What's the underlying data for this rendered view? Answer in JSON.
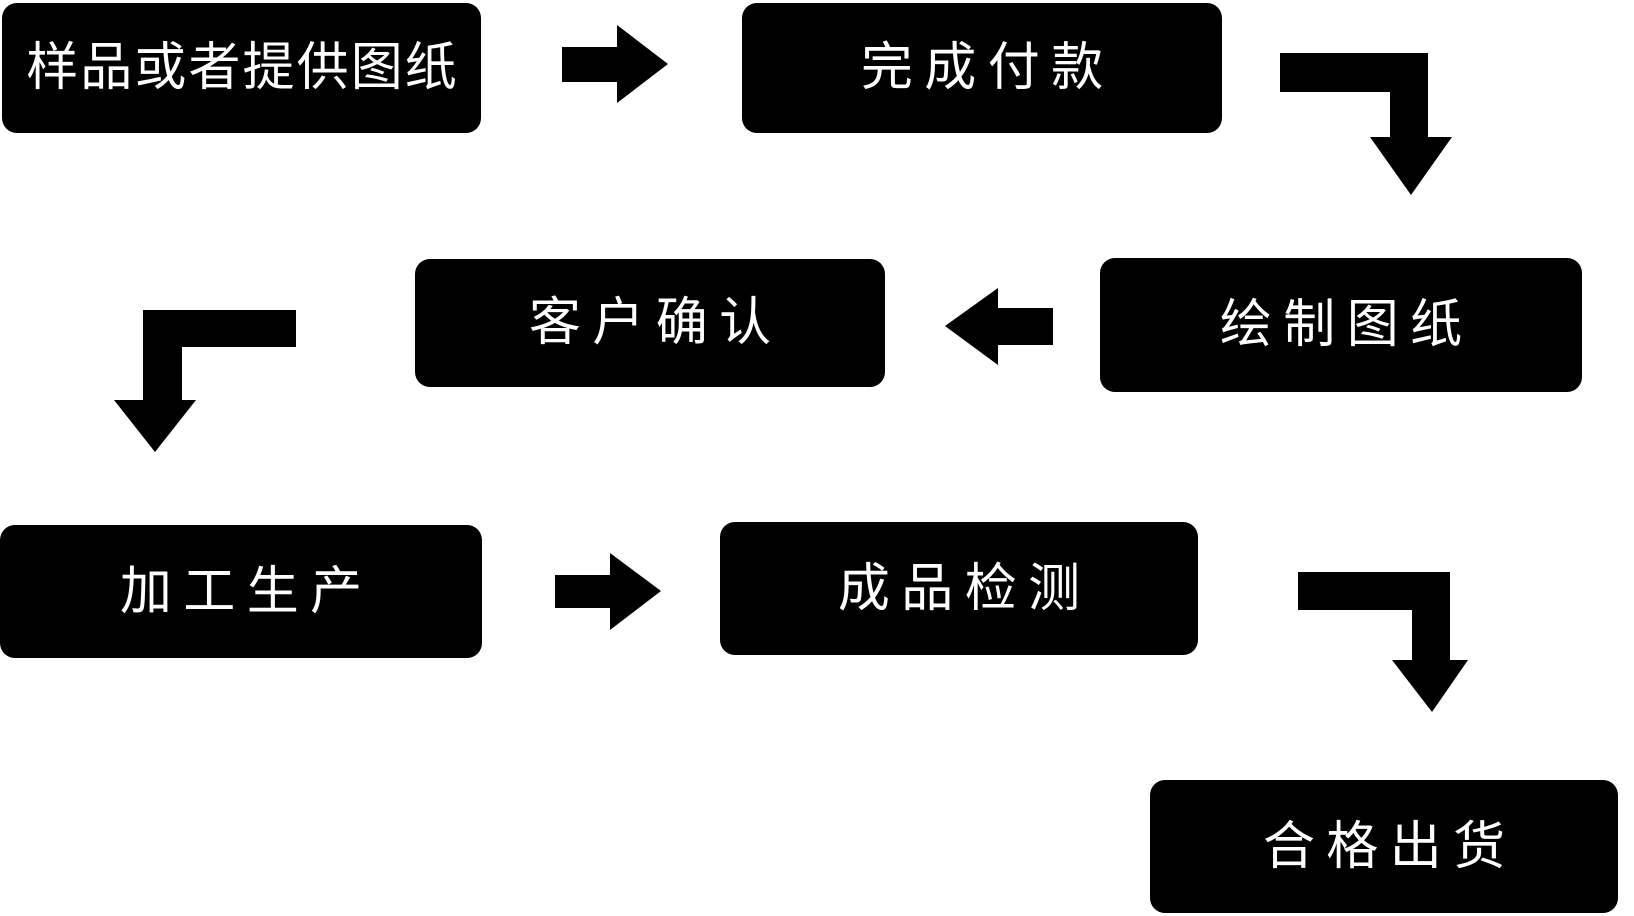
{
  "flowchart": {
    "nodes": [
      {
        "id": "sample",
        "label": "样品或者提供图纸"
      },
      {
        "id": "payment",
        "label": "完成付款"
      },
      {
        "id": "draw",
        "label": "绘制图纸"
      },
      {
        "id": "confirm",
        "label": "客户确认"
      },
      {
        "id": "produce",
        "label": "加工生产"
      },
      {
        "id": "inspect",
        "label": "成品检测"
      },
      {
        "id": "ship",
        "label": "合格出货"
      }
    ],
    "edges": [
      {
        "from": "sample",
        "to": "payment",
        "shape": "right-arrow"
      },
      {
        "from": "payment",
        "to": "draw",
        "shape": "elbow-right-down-arrow"
      },
      {
        "from": "draw",
        "to": "confirm",
        "shape": "left-arrow"
      },
      {
        "from": "confirm",
        "to": "produce",
        "shape": "elbow-left-down-arrow"
      },
      {
        "from": "produce",
        "to": "inspect",
        "shape": "right-arrow"
      },
      {
        "from": "inspect",
        "to": "ship",
        "shape": "elbow-right-down-arrow"
      }
    ]
  },
  "colors": {
    "background": "#ffffff",
    "node_bg": "#000000",
    "node_text": "#ffffff",
    "arrow": "#000000"
  }
}
